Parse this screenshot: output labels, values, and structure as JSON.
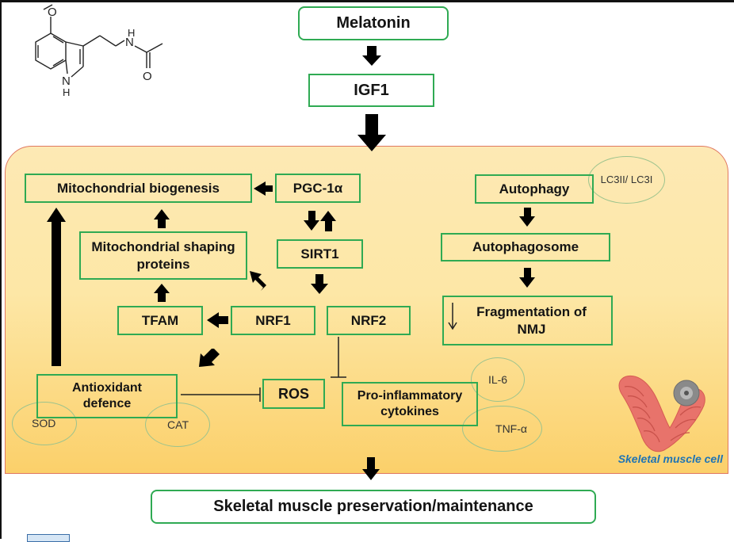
{
  "molecule": {
    "atoms": {
      "o_methoxy": "O",
      "nh_amide": "N",
      "h_amide": "H",
      "o_carbonyl": "O",
      "n_indole": "N",
      "h_indole": "H"
    }
  },
  "top_nodes": {
    "melatonin": "Melatonin",
    "igf1": "IGF1"
  },
  "cell_nodes": {
    "mito_biogenesis": "Mitochondrial biogenesis",
    "pgc1a": "PGC-1α",
    "sirt1": "SIRT1",
    "mito_shaping": "Mitochondrial shaping proteins",
    "tfam": "TFAM",
    "nrf1": "NRF1",
    "nrf2": "NRF2",
    "antioxidant": "Antioxidant defence",
    "ros": "ROS",
    "cytokines": "Pro-inflammatory cytokines",
    "autophagy": "Autophagy",
    "autophagosome": "Autophagosome",
    "fragmentation": "Fragmentation of NMJ"
  },
  "markers": {
    "lc3": "LC3II/ LC3I",
    "sod": "SOD",
    "cat": "CAT",
    "il6": "IL-6",
    "tnf": "TNF-α"
  },
  "legend": "Skeletal muscle cell",
  "bottom_node": "Skeletal muscle preservation/maintenance",
  "colors": {
    "box_border": "#2faa53",
    "cell_border": "#e07860",
    "cell_fill_top": "#fde9b4",
    "cell_fill_bottom": "#fbd06a",
    "legend": "#1f74b4",
    "muscle": "#e8736b"
  }
}
